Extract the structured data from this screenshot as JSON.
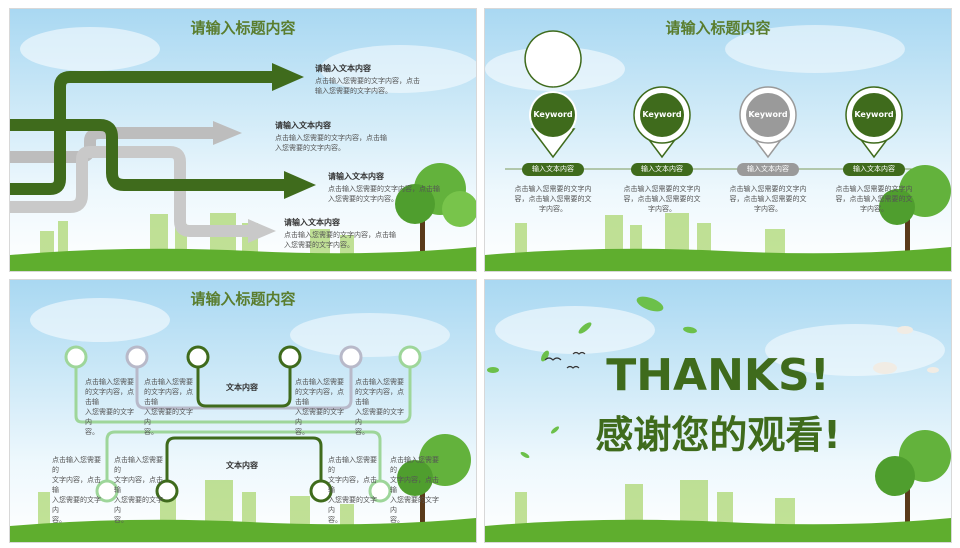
{
  "slides": [
    {
      "title": "请输入标题内容",
      "items": [
        {
          "heading": "请输入文本内容",
          "body_l1": "点击输入您需要的文字内容，点击",
          "body_l2": "输入您需要的文字内容。"
        },
        {
          "heading": "请输入文本内容",
          "body_l1": "点击输入您需要的文字内容，点击输",
          "body_l2": "入您需要的文字内容。"
        },
        {
          "heading": "请输入文本内容",
          "body_l1": "点击输入您需要的文字内容，点击输",
          "body_l2": "入您需要的文字内容。"
        },
        {
          "heading": "请输入文本内容",
          "body_l1": "点击输入您需要的文字内容，点击输",
          "body_l2": "入您需要的文字内容。"
        }
      ]
    },
    {
      "title": "请输入标题内容",
      "items": [
        {
          "keyword": "Keyword",
          "pill": "输入文本内容",
          "l1": "点击输入您需要的文字内",
          "l2": "容，点击输入您需要的文",
          "l3": "字内容。",
          "color": "#3f6b1c"
        },
        {
          "keyword": "Keyword",
          "pill": "输入文本内容",
          "l1": "点击输入您需要的文字内",
          "l2": "容，点击输入您需要的文",
          "l3": "字内容。",
          "color": "#3f6b1c"
        },
        {
          "keyword": "Keyword",
          "pill": "输入文本内容",
          "l1": "点击输入您需要的文字内",
          "l2": "容，点击输入您需要的文",
          "l3": "字内容。",
          "color": "#9a9a9a"
        },
        {
          "keyword": "Keyword",
          "pill": "输入文本内容",
          "l1": "点击输入您需要的文字内",
          "l2": "容，点击输入您需要的文",
          "l3": "字内容。",
          "color": "#3f6b1c"
        }
      ]
    },
    {
      "title": "请输入标题内容",
      "center_top": "文本内容",
      "center_bottom": "文本内容",
      "top_text": {
        "l1": "点击输入您需要",
        "l2": "的文字内容，点击输",
        "l3": "入您需要的文字内",
        "l4": "容。"
      },
      "bottom_text": {
        "l1": "点击输入您需要的",
        "l2": "文字内容，点击输",
        "l3": "入您需要的文字内",
        "l4": "容。"
      }
    },
    {
      "line1": "THANKS!",
      "line2": "感谢您的观看!"
    }
  ],
  "colors": {
    "dark_green": "#3f6b1c",
    "title_green": "#5a7d2e",
    "gray": "#9a9a9a"
  }
}
